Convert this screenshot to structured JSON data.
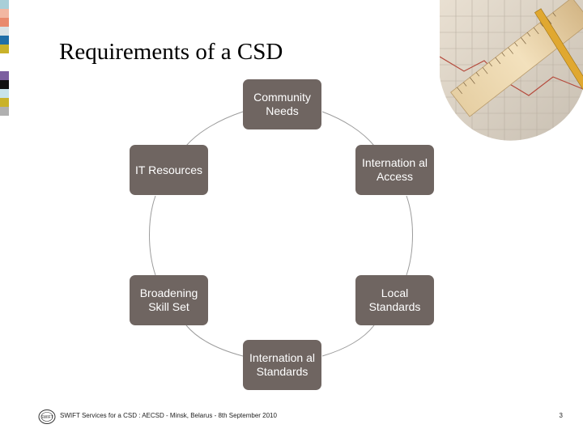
{
  "slide": {
    "title": "Requirements of a CSD",
    "footer_text": "SWIFT Services for a CSD : AECSD - Minsk, Belarus - 8th September 2010",
    "page_number": "3",
    "logo_text": "SWIFT"
  },
  "cycle": {
    "nodes": [
      {
        "label": "Community Needs"
      },
      {
        "label": "Internation al Access"
      },
      {
        "label": "Local Standards"
      },
      {
        "label": "Internation al Standards"
      },
      {
        "label": "Broadening Skill Set"
      },
      {
        "label": "IT Resources"
      }
    ]
  },
  "colors": {
    "node_fill": "#6f6561",
    "sidebar_stripes": [
      "#a8cfd8",
      "#f2b7a2",
      "#e98a6d",
      "#d9e3e6",
      "#1f6fa8",
      "#c9b22a",
      "#ffffff",
      "#7c5fa0",
      "#111111",
      "#c8e3ea",
      "#c9b22a",
      "#b0b0b0"
    ]
  }
}
